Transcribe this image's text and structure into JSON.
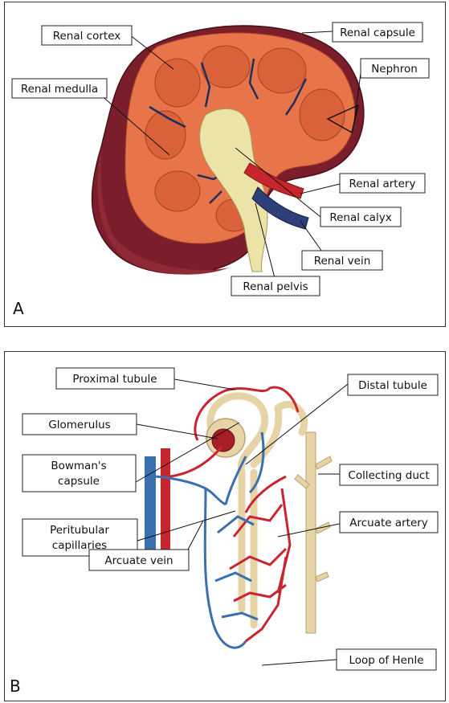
{
  "panel_a": {
    "tag": "A",
    "labels": {
      "renal_cortex": "Renal cortex",
      "renal_capsule": "Renal capsule",
      "renal_medulla": "Renal medulla",
      "nephron": "Nephron",
      "renal_artery": "Renal artery",
      "renal_calyx": "Renal calyx",
      "renal_vein": "Renal vein",
      "renal_pelvis": "Renal pelvis"
    }
  },
  "panel_b": {
    "tag": "B",
    "labels": {
      "proximal_tubule": "Proximal tubule",
      "distal_tubule": "Distal tubule",
      "glomerulus": "Glomerulus",
      "collecting_duct": "Collecting duct",
      "bowmans_capsule_1": "Bowman's",
      "bowmans_capsule_2": "capsule",
      "arcuate_artery": "Arcuate artery",
      "peritubular_1": "Peritubular",
      "peritubular_2": "capillaries",
      "arcuate_vein": "Arcuate vein",
      "loop_of_henle": "Loop of Henle"
    }
  },
  "colors": {
    "capsule": "#7a1e2b",
    "cortex": "#e8744a",
    "medulla": "#d9623a",
    "pelvis": "#ece3a8",
    "artery": "#c8262e",
    "vein": "#3a6fb0",
    "tubule": "#e6d3a6"
  }
}
